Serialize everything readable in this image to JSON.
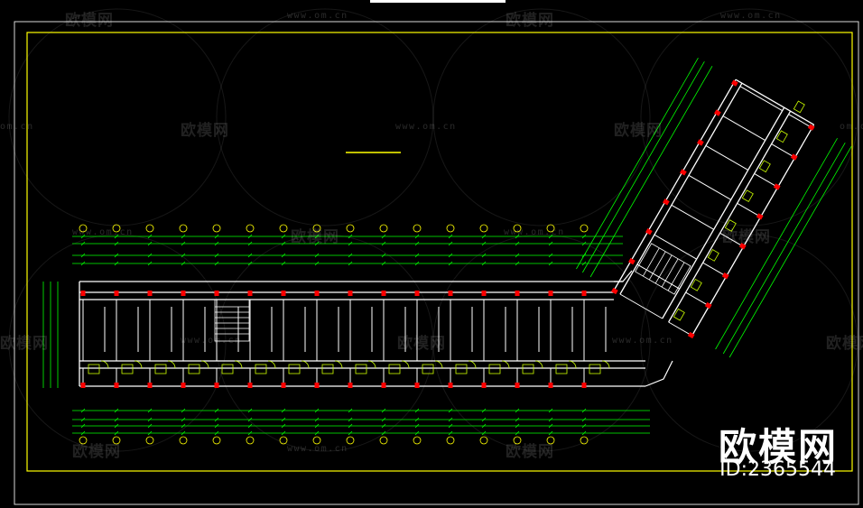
{
  "watermark": {
    "brand_text": "欧模网",
    "url_text": "www.om.cn",
    "url_short": "om.cn",
    "id_text": "ID:2365544"
  },
  "colors": {
    "background": "#000000",
    "frame": "#ffff00",
    "dimension": "#00ff00",
    "wall": "#ffffff",
    "column": "#ff0000",
    "grid": "#ffff00"
  }
}
